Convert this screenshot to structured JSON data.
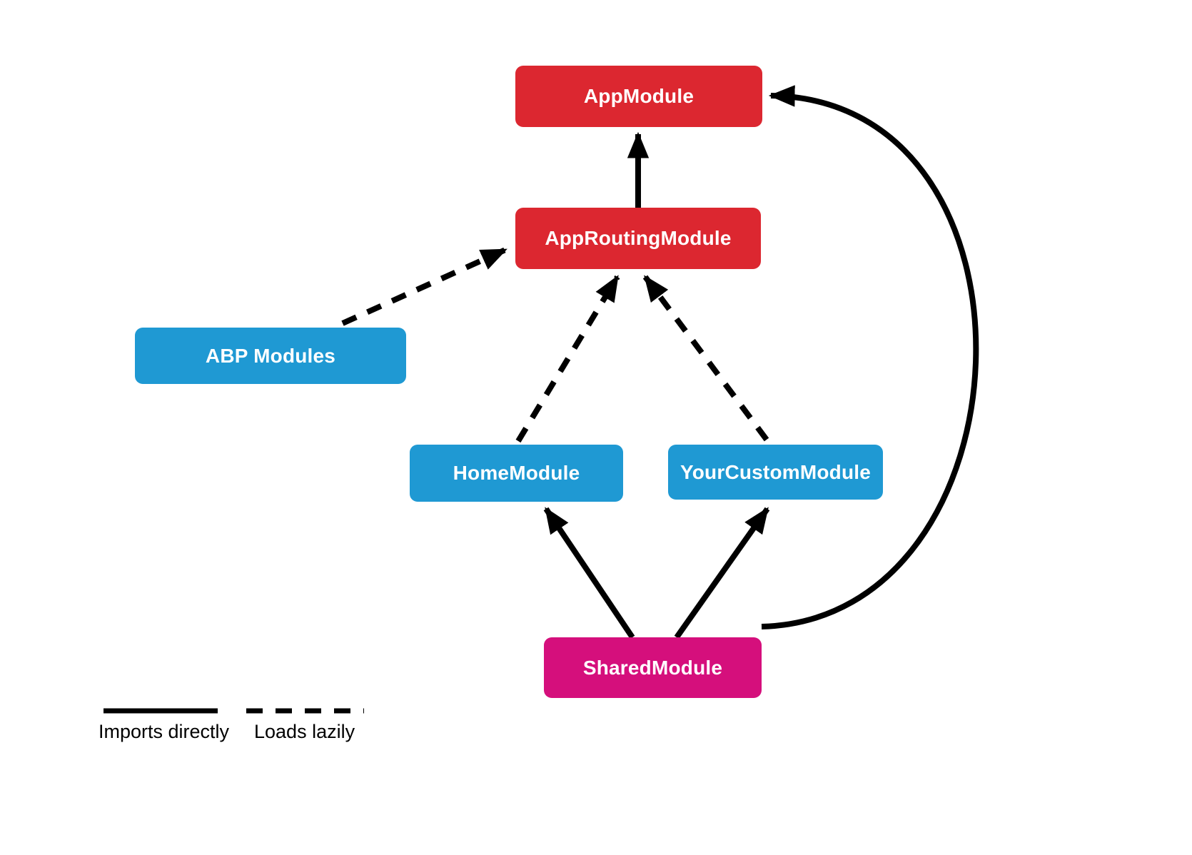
{
  "colors": {
    "node_red": "#dc2730",
    "node_blue": "#1f99d3",
    "node_magenta": "#d50f7c",
    "edge_black": "#000000",
    "label_text": "#ffffff",
    "legend_text": "#000000",
    "background": "#ffffff"
  },
  "nodes": {
    "app_module": {
      "label": "AppModule",
      "color": "#dc2730"
    },
    "app_routing_module": {
      "label": "AppRoutingModule",
      "color": "#dc2730"
    },
    "abp_modules": {
      "label": "ABP Modules",
      "color": "#1f99d3"
    },
    "home_module": {
      "label": "HomeModule",
      "color": "#1f99d3"
    },
    "your_custom_module": {
      "label": "YourCustomModule",
      "color": "#1f99d3"
    },
    "shared_module": {
      "label": "SharedModule",
      "color": "#d50f7c"
    }
  },
  "edges": [
    {
      "from": "AppRoutingModule",
      "to": "AppModule",
      "style": "solid",
      "relation": "Imports directly"
    },
    {
      "from": "ABP Modules",
      "to": "AppRoutingModule",
      "style": "dashed",
      "relation": "Loads lazily"
    },
    {
      "from": "HomeModule",
      "to": "AppRoutingModule",
      "style": "dashed",
      "relation": "Loads lazily"
    },
    {
      "from": "YourCustomModule",
      "to": "AppRoutingModule",
      "style": "dashed",
      "relation": "Loads lazily"
    },
    {
      "from": "SharedModule",
      "to": "HomeModule",
      "style": "solid",
      "relation": "Imports directly"
    },
    {
      "from": "SharedModule",
      "to": "YourCustomModule",
      "style": "solid",
      "relation": "Imports directly"
    },
    {
      "from": "SharedModule",
      "to": "AppModule",
      "style": "solid",
      "relation": "Imports directly"
    }
  ],
  "legend": {
    "solid_label": "Imports directly",
    "dashed_label": "Loads lazily"
  }
}
